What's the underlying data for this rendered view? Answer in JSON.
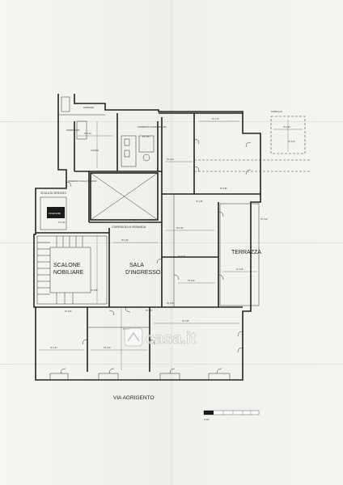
{
  "rooms": {
    "soppalco": "SOPPALCO",
    "dispensa": "DISPENSA",
    "cucina": "CUCINA",
    "disimpegno": "DISIMPEGNO",
    "corridoio_cucina": "CORRIDOIO CUCINA BAGNO",
    "ingresso_scala": "INGRESSO SCALA SERVIZIO",
    "scala_servizio": "SCALA DI SERVIZIO",
    "ascensore": "ASCENSORE",
    "corridoio_veranda": "CORRIDOIO A VERANDA",
    "terrazza": "TERRAZZA",
    "scalone_line1": "SCALONE",
    "scalone_line2": "NOBILIARE",
    "sala_line1": "SALA",
    "sala_line2": "D'INGRESSO"
  },
  "dimensions": {
    "d1": "H= 3,10",
    "d2": "H= 3,25",
    "d3": "H= 3,20",
    "d4": "H= 4,75",
    "d5": "H= 5,80",
    "d6": "H= 4,85",
    "d7": "H= 4,95",
    "d8": "H= 3,95",
    "d9": "H= 3,45",
    "d10": "H= 5,85",
    "d11": "H= 6,20",
    "d12": "H= 4,45",
    "d13": "H= 3,40",
    "d14": "H= 3,25",
    "d15": "H= 5,07",
    "d16": "H= 3,84",
    "d17": "H= 4,12",
    "d18": "H= 4,20",
    "d19": "H= 4,95",
    "d20": "H= 3,50",
    "d21": "H= 6,20",
    "d22": "H= 4,25",
    "d23": "H= 4,95",
    "d24": "H= 4,25"
  },
  "street": "VIA AGRIGENTO",
  "scale_label": "1:100",
  "watermark": "casa.it",
  "colors": {
    "wall": "#222222",
    "paper": "#f4f3f0",
    "ascensore_fill": "#1a1a1a"
  }
}
